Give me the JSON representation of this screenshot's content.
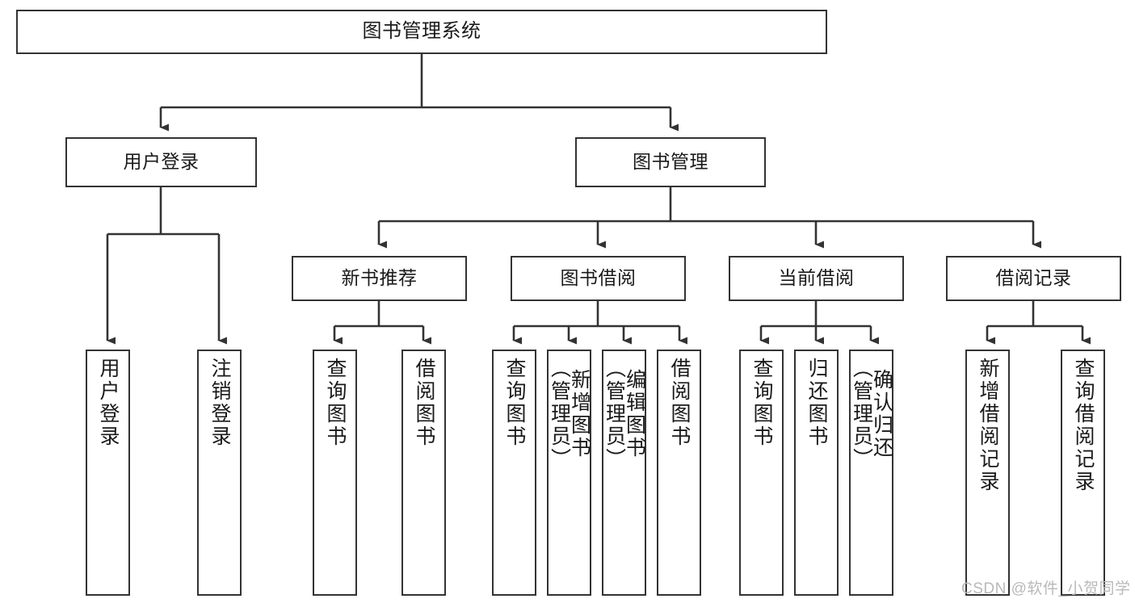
{
  "diagram": {
    "type": "tree-hierarchy",
    "title": "图书管理系统",
    "root": {
      "id": "root",
      "label": "图书管理系统"
    },
    "level2": [
      {
        "id": "user-login",
        "label": "用户登录"
      },
      {
        "id": "book-manage",
        "label": "图书管理"
      }
    ],
    "level3": [
      {
        "id": "new-book-recommend",
        "label": "新书推荐",
        "parent": "book-manage"
      },
      {
        "id": "book-borrow",
        "label": "图书借阅",
        "parent": "book-manage"
      },
      {
        "id": "current-borrow",
        "label": "当前借阅",
        "parent": "book-manage"
      },
      {
        "id": "borrow-record",
        "label": "借阅记录",
        "parent": "book-manage"
      }
    ],
    "leaves": [
      {
        "id": "leaf-user-login",
        "label": "用户登录",
        "parent": "user-login"
      },
      {
        "id": "leaf-logout-login",
        "label": "注销登录",
        "parent": "user-login"
      },
      {
        "id": "leaf-query-book-1",
        "label": "查询图书",
        "parent": "new-book-recommend"
      },
      {
        "id": "leaf-borrow-book-1",
        "label": "借阅图书",
        "parent": "new-book-recommend"
      },
      {
        "id": "leaf-query-book-2",
        "label": "查询图书",
        "parent": "book-borrow"
      },
      {
        "id": "leaf-add-book",
        "label": "新增图书\n（管理员）",
        "parent": "book-borrow"
      },
      {
        "id": "leaf-edit-book",
        "label": "编辑图书\n（管理员）",
        "parent": "book-borrow"
      },
      {
        "id": "leaf-borrow-book-2",
        "label": "借阅图书",
        "parent": "book-borrow"
      },
      {
        "id": "leaf-query-book-3",
        "label": "查询图书",
        "parent": "current-borrow"
      },
      {
        "id": "leaf-return-book",
        "label": "归还图书",
        "parent": "current-borrow"
      },
      {
        "id": "leaf-confirm-return",
        "label": "确认归还\n（管理员）",
        "parent": "current-borrow"
      },
      {
        "id": "leaf-add-record",
        "label": "新增借阅记录",
        "parent": "borrow-record"
      },
      {
        "id": "leaf-query-record",
        "label": "查询借阅记录",
        "parent": "borrow-record"
      }
    ],
    "colors": {
      "border": "#333333",
      "text": "#1a1a1a",
      "background": "#ffffff",
      "connector": "#333333",
      "watermark": "#b9b9b9"
    }
  },
  "watermark": {
    "text": "CSDN @软件_小贺同学"
  }
}
